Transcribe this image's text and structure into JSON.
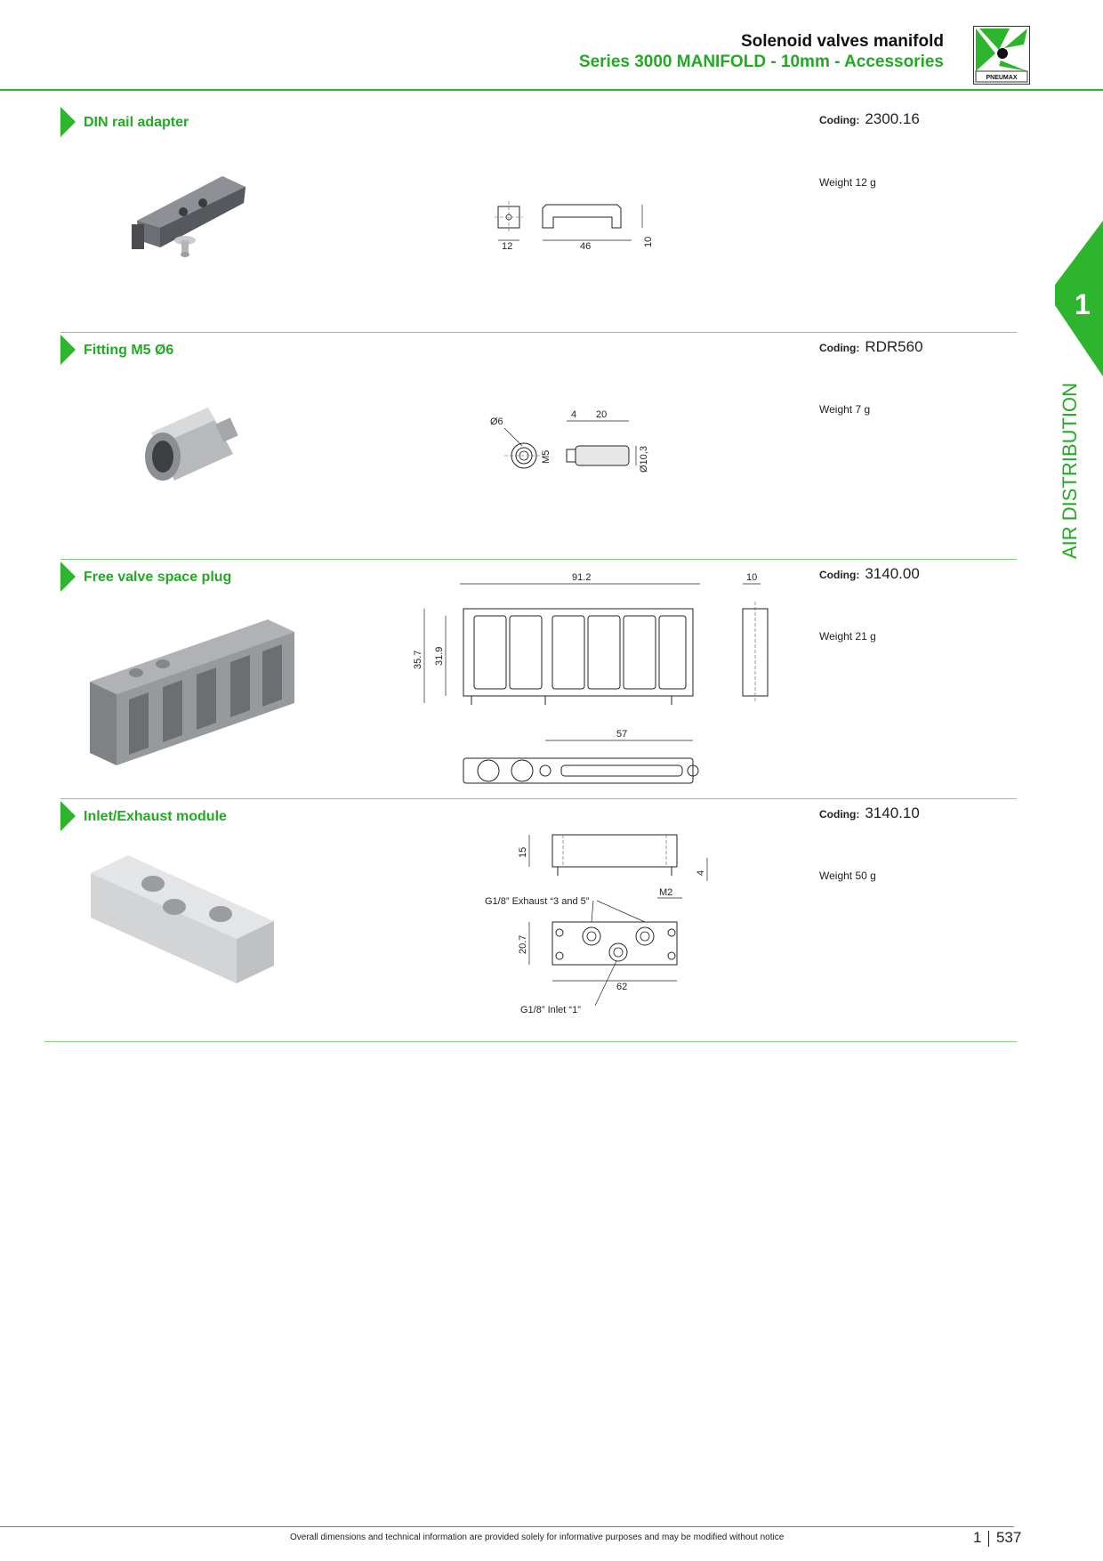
{
  "header": {
    "title": "Solenoid valves manifold",
    "subtitle": "Series 3000 MANIFOLD - 10mm - Accessories",
    "logo_text": "PNEUMAX"
  },
  "side_tab": {
    "number": "1",
    "label": "AIR DISTRIBUTION"
  },
  "coding_label": "Coding:",
  "sections": [
    {
      "title": "DIN rail adapter",
      "coding": "2300.16",
      "weight": "Weight 12 g",
      "dims": [
        "12",
        "46",
        "10"
      ]
    },
    {
      "title": "Fitting M5 Ø6",
      "coding": "RDR560",
      "weight": "Weight 7 g",
      "dims": [
        "Ø6",
        "4",
        "20",
        "M5",
        "Ø10,3"
      ]
    },
    {
      "title": "Free valve space plug",
      "coding": "3140.00",
      "weight": "Weight 21 g",
      "dims": [
        "91.2",
        "10",
        "35.7",
        "31.9",
        "57"
      ]
    },
    {
      "title": "Inlet/Exhaust module",
      "coding": "3140.10",
      "weight": "Weight 50 g",
      "dims": [
        "15",
        "4",
        "M2",
        "G1/8” Exhaust “3 and 5”",
        "20.7",
        "62",
        "G1/8” Inlet “1”"
      ]
    }
  ],
  "footer": {
    "note": "Overall dimensions and technical information are provided solely for informative purposes and may be modified without notice",
    "page_section": "1",
    "page_number": "537"
  },
  "colors": {
    "accent": "#2db52d",
    "accent_text": "#22aa22"
  }
}
